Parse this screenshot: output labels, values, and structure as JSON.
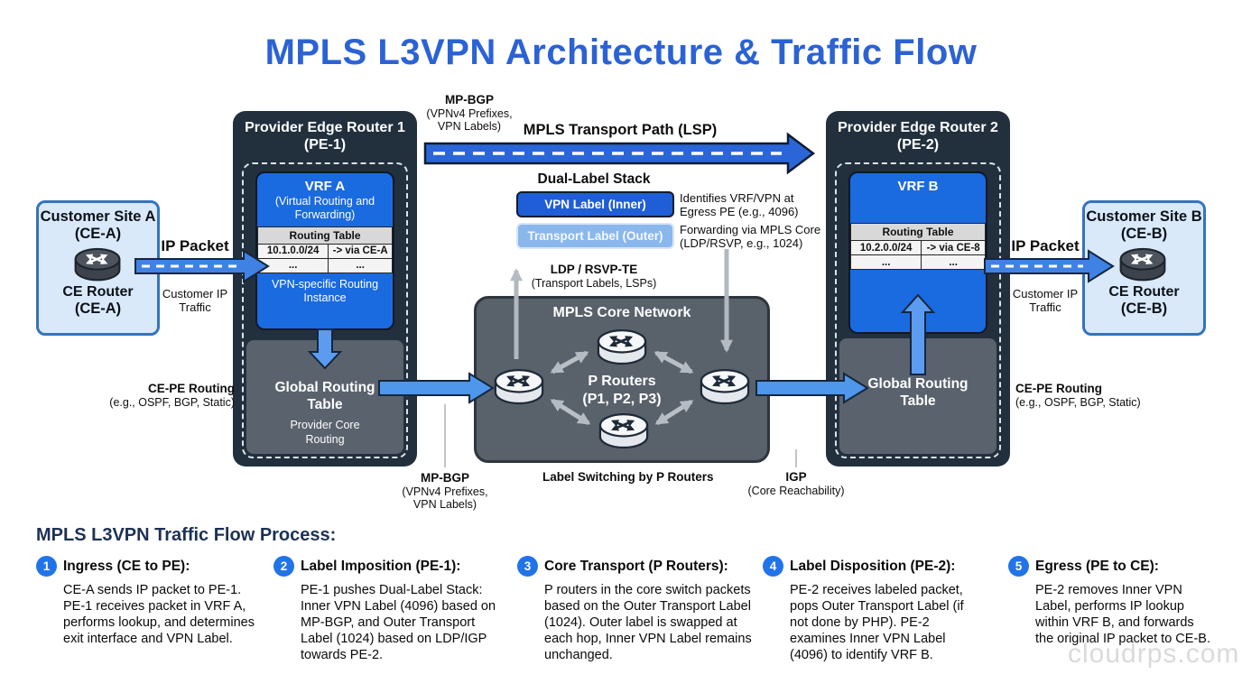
{
  "title": "MPLS L3VPN Architecture & Traffic Flow",
  "watermark": "cloudrps.com",
  "colors": {
    "title_blue": "#2b62d4",
    "vrf_blue": "#1a6ae0",
    "pe_navy": "#22303e",
    "core_gray": "#59616b",
    "site_light_blue": "#d9e9fa",
    "arrow_blue": "#3f82e4",
    "step_badge_blue": "#2173e8"
  },
  "site_a": {
    "title": "Customer Site A",
    "subtitle": "(CE-A)",
    "router": "CE Router",
    "router_sub": "(CE-A)"
  },
  "site_b": {
    "title": "Customer Site B",
    "subtitle": "(CE-B)",
    "router": "CE Router",
    "router_sub": "(CE-B)"
  },
  "pe1": {
    "title": "Provider Edge Router 1",
    "subtitle": "(PE-1)",
    "vrf": {
      "name": "VRF A",
      "desc": "(Virtual Routing and Forwarding)",
      "table_header": "Routing Table",
      "rows": [
        [
          "10.1.0.0/24",
          "-> via CE-A"
        ],
        [
          "...",
          "..."
        ]
      ],
      "footer": "VPN-specific Routing Instance"
    },
    "global": {
      "title": "Global Routing Table",
      "subtitle": "Provider Core Routing"
    }
  },
  "pe2": {
    "title": "Provider Edge Router 2",
    "subtitle": "(PE-2)",
    "vrf": {
      "name": "VRF B",
      "table_header": "Routing Table",
      "rows": [
        [
          "10.2.0.0/24",
          "-> via CE-8"
        ],
        [
          "...",
          "..."
        ]
      ]
    },
    "global": {
      "title": "Global Routing Table"
    }
  },
  "core": {
    "title": "MPLS Core Network",
    "label_line1": "P Routers",
    "label_line2": "(P1, P2, P3)"
  },
  "labels": {
    "ip_packet": "IP Packet",
    "customer_traffic": "Customer IP Traffic",
    "mpbgp_line1": "MP-BGP",
    "mpbgp_line2": "(VPNv4 Prefixes,",
    "mpbgp_line3": "VPN Labels)",
    "lsp": "MPLS Transport Path (LSP)",
    "dual_label": "Dual-Label Stack",
    "vpn_label": "VPN Label (Inner)",
    "transport_label": "Transport Label (Outer)",
    "vpn_note": "Identifies VRF/VPN at Egress PE (e.g., 4096)",
    "transport_note": "Forwarding via MPLS Core (LDP/RSVP, e.g., 1024)",
    "ldp_line1": "LDP / RSVP-TE",
    "ldp_line2": "(Transport Labels, LSPs)",
    "cepe_line1": "CE-PE Routing",
    "cepe_line2": "(e.g., OSPF, BGP, Static)",
    "label_switching": "Label Switching by P Routers",
    "igp_line1": "IGP",
    "igp_line2": "(Core Reachability)"
  },
  "process": {
    "heading": "MPLS L3VPN Traffic Flow Process:",
    "steps": [
      {
        "num": "1",
        "title": "Ingress (CE to PE):",
        "body": "CE-A sends IP packet to PE-1. PE-1 receives packet in VRF A, performs lookup, and determines exit interface and VPN Label."
      },
      {
        "num": "2",
        "title": "Label Imposition (PE-1):",
        "body": "PE-1 pushes Dual-Label Stack: Inner VPN Label (4096) based on MP-BGP, and Outer Transport Label (1024) based on LDP/IGP towards PE-2."
      },
      {
        "num": "3",
        "title": "Core Transport (P Routers):",
        "body": "P routers in the core switch packets based on the Outer Transport Label (1024). Outer label is swapped at each hop, Inner VPN Label remains unchanged."
      },
      {
        "num": "4",
        "title": "Label Disposition (PE-2):",
        "body": "PE-2 receives labeled packet, pops Outer Transport Label (if not done by PHP). PE-2 examines Inner VPN Label (4096) to identify VRF B."
      },
      {
        "num": "5",
        "title": "Egress (PE to CE):",
        "body": "PE-2 removes Inner VPN Label, performs IP lookup within VRF B, and forwards the original IP packet to CE-B."
      }
    ]
  }
}
